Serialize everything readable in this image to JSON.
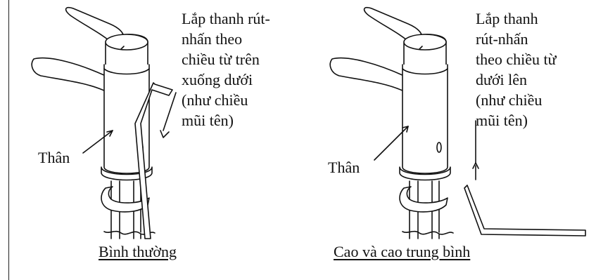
{
  "left_panel": {
    "instruction_lines": [
      "Lắp thanh rút-",
      "nhấn theo",
      "chiều từ trên",
      "xuống dưới",
      "(như chiều",
      "mũi tên)"
    ],
    "body_label": "Thân",
    "caption": "Bình thường"
  },
  "right_panel": {
    "instruction_lines": [
      "Lắp thanh",
      "rút-nhấn",
      "theo chiều từ",
      "dưới lên",
      "(như chiều",
      "mũi tên)"
    ],
    "body_label": "Thân",
    "caption": "Cao và cao trung bình"
  }
}
